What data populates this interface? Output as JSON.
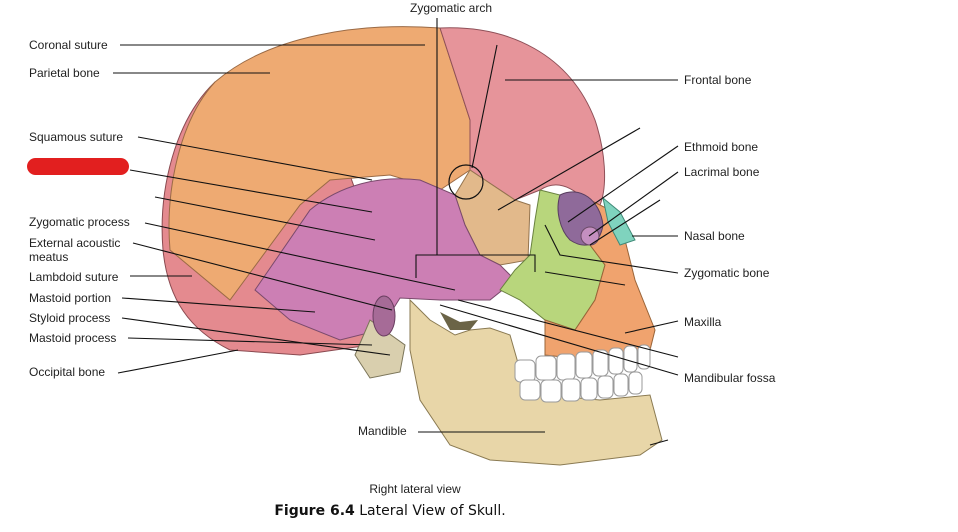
{
  "labels": {
    "zygomatic_arch": "Zygomatic arch",
    "coronal_suture": "Coronal suture",
    "parietal_bone": "Parietal bone",
    "squamous_suture": "Squamous suture",
    "zygomatic_process": "Zygomatic process",
    "external_acoustic_meatus": "External acoustic meatus",
    "lambdoid_suture": "Lambdoid suture",
    "mastoid_portion": "Mastoid portion",
    "styloid_process": "Styloid process",
    "mastoid_process": "Mastoid process",
    "occipital_bone": "Occipital bone",
    "mandible": "Mandible",
    "frontal_bone": "Frontal bone",
    "ethmoid_bone": "Ethmoid bone",
    "lacrimal_bone": "Lacrimal bone",
    "nasal_bone": "Nasal bone",
    "zygomatic_bone": "Zygomatic bone",
    "maxilla": "Maxilla",
    "mandibular_fossa": "Mandibular fossa"
  },
  "caption": {
    "view": "Right lateral view",
    "figure_number": "Figure 6.4",
    "figure_title": "Lateral View of Skull."
  },
  "colors": {
    "parietal": "#eeaa72",
    "frontal": "#e6949a",
    "occipital": "#e48a8f",
    "temporal": "#cc7fb4",
    "zygomatic": "#b8d67c",
    "maxilla": "#f0a36e",
    "mandible": "#e8d6a8",
    "nasal": "#7fd3be",
    "sphenoid": "#e2b98b",
    "teeth": "#ffffff",
    "redaction": "#e21f1f"
  }
}
